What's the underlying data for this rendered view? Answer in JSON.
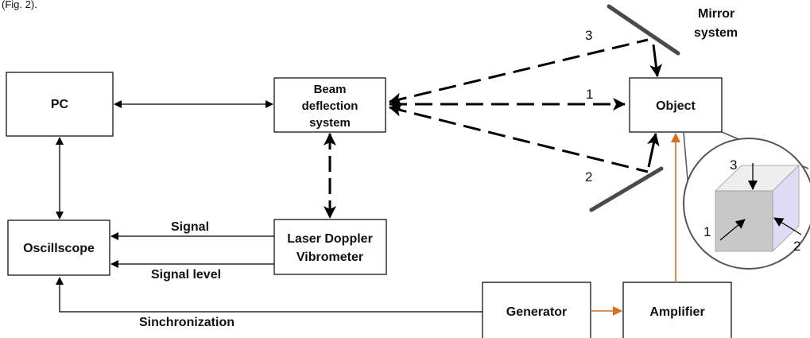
{
  "top_left_text": "(Fig. 2).",
  "blocks": {
    "pc": "PC",
    "beam_line1": "Beam",
    "beam_line2": "deflection",
    "beam_line3": "system",
    "object": "Object",
    "oscilloscope": "Oscillscope",
    "ldv_line1": "Laser Doppler",
    "ldv_line2": "Vibrometer",
    "generator": "Generator",
    "amplifier": "Amplifier"
  },
  "labels": {
    "mirror_line1": "Mirror",
    "mirror_line2": "system",
    "signal": "Signal",
    "signal_level": "Signal level",
    "synchronization": "Sinchronization"
  },
  "beam_paths": [
    "1",
    "2",
    "3"
  ],
  "inset_directions": [
    "3",
    "1",
    "2"
  ],
  "colors": {
    "line": "#000000",
    "drive_signal": "#d4701f",
    "mirror": "#4a4a4a",
    "cube_front": "#c8c8c8",
    "cube_side": "#dcdcf4",
    "cube_top": "#eeeeee"
  }
}
